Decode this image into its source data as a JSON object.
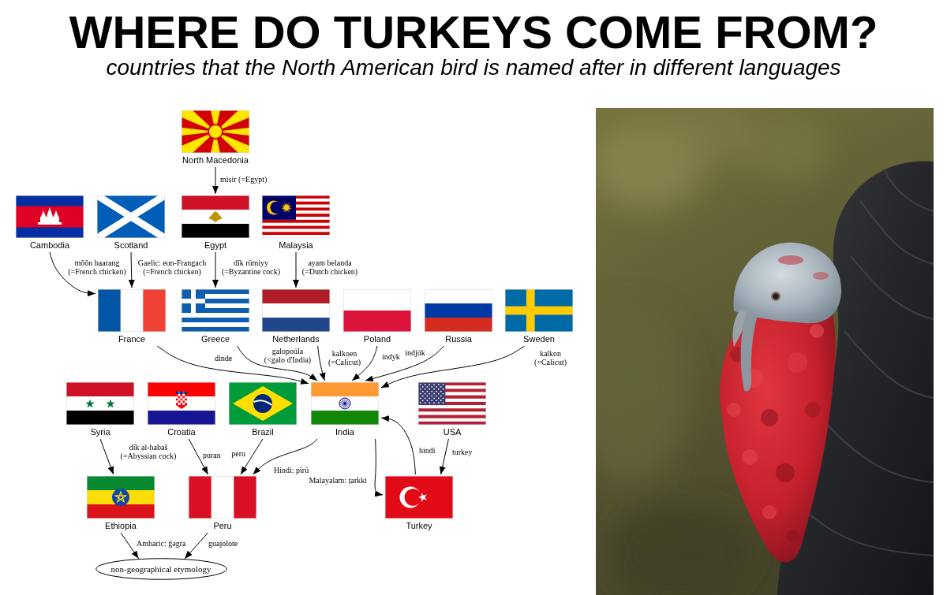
{
  "diagram": {
    "title": "WHERE DO TURKEYS COME FROM?",
    "caption": "countries that the North American bird is named after in different languages",
    "nodes": [
      {
        "text": [
          "North Macedonia"
        ]
      },
      {
        "text": [
          "Cambodia"
        ]
      },
      {
        "text": [
          "Scotland"
        ]
      },
      {
        "text": [
          "Egypt"
        ]
      },
      {
        "text": [
          "Malaysia"
        ]
      },
      {
        "text": [
          "France"
        ]
      },
      {
        "text": [
          "Greece"
        ]
      },
      {
        "text": [
          "Netherlands"
        ]
      },
      {
        "text": [
          "Poland"
        ]
      },
      {
        "text": [
          "Russia"
        ]
      },
      {
        "text": [
          "Sweden"
        ]
      },
      {
        "text": [
          "Syria"
        ]
      },
      {
        "text": [
          "Croatia"
        ]
      },
      {
        "text": [
          "Brazil"
        ]
      },
      {
        "text": [
          "India"
        ]
      },
      {
        "text": [
          "USA"
        ]
      },
      {
        "text": [
          "Ethiopia"
        ]
      },
      {
        "text": [
          "Peru"
        ]
      },
      {
        "text": [
          "Turkey"
        ]
      },
      {
        "text": [
          "non-geographical etymology"
        ]
      }
    ],
    "edges": [
      {
        "from": 0,
        "to": 3,
        "arrow": "to",
        "label": "misir (=Egypt)"
      },
      {
        "from": 1,
        "to": 5,
        "arrow": "to",
        "label": "mŏŏn baarang (=French chicken)"
      },
      {
        "from": 2,
        "to": 5,
        "arrow": "to",
        "label": "Gaelic: eun-Frangach (=French chicken)"
      },
      {
        "from": 3,
        "to": 6,
        "arrow": "to",
        "label": "dīk rūmiyy (=Byzantine cock)"
      },
      {
        "from": 4,
        "to": 7,
        "arrow": "to",
        "label": "ayam belanda (=Dutch chicken)"
      },
      {
        "from": 5,
        "to": 14,
        "arrow": "to",
        "label": "dinde"
      },
      {
        "from": 6,
        "to": 14,
        "arrow": "to",
        "label": "galopoúla (<galo d'India)"
      },
      {
        "from": 7,
        "to": 14,
        "arrow": "to",
        "label": "kalkoen (=Calicut)"
      },
      {
        "from": 8,
        "to": 14,
        "arrow": "to",
        "label": "indyk"
      },
      {
        "from": 9,
        "to": 14,
        "arrow": "to",
        "label": "indjúk"
      },
      {
        "from": 10,
        "to": 14,
        "arrow": "to",
        "label": "kalkon (=Calicut)"
      },
      {
        "from": 11,
        "to": 16,
        "arrow": "to",
        "label": "dīk al-ḥabaš (=Abyssian cock)"
      },
      {
        "from": 12,
        "to": 17,
        "arrow": "to",
        "label": "puran"
      },
      {
        "from": 13,
        "to": 17,
        "arrow": "to",
        "label": "peru"
      },
      {
        "from": 14,
        "to": 17,
        "arrow": "to",
        "label": "Hindi: pīrū"
      },
      {
        "from": 14,
        "to": 18,
        "arrow": "to",
        "label": "Malayalam: ṭarkki"
      },
      {
        "from": 18,
        "to": 14,
        "arrow": "to",
        "label": "hindi"
      },
      {
        "from": 15,
        "to": 18,
        "arrow": "to",
        "label": "turkey"
      },
      {
        "from": 16,
        "to": 19,
        "arrow": "to",
        "label": "Amharic: ǧǝgra"
      },
      {
        "from": 17,
        "to": 19,
        "arrow": "to",
        "label": "guajolote"
      }
    ]
  }
}
